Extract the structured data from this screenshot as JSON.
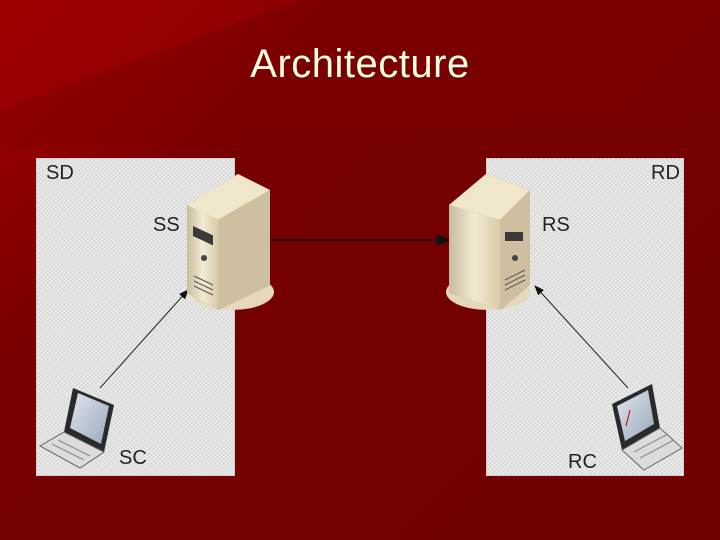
{
  "slide": {
    "title": "Architecture",
    "background_color": "#760000",
    "title_color": "#ffffe6"
  },
  "left_domain": {
    "label": "SD",
    "server_label": "SS",
    "client_label": "SC"
  },
  "right_domain": {
    "label": "RD",
    "server_label": "RS",
    "client_label": "RC"
  },
  "icons": {
    "server": "server-tower-icon",
    "client": "laptop-icon"
  }
}
